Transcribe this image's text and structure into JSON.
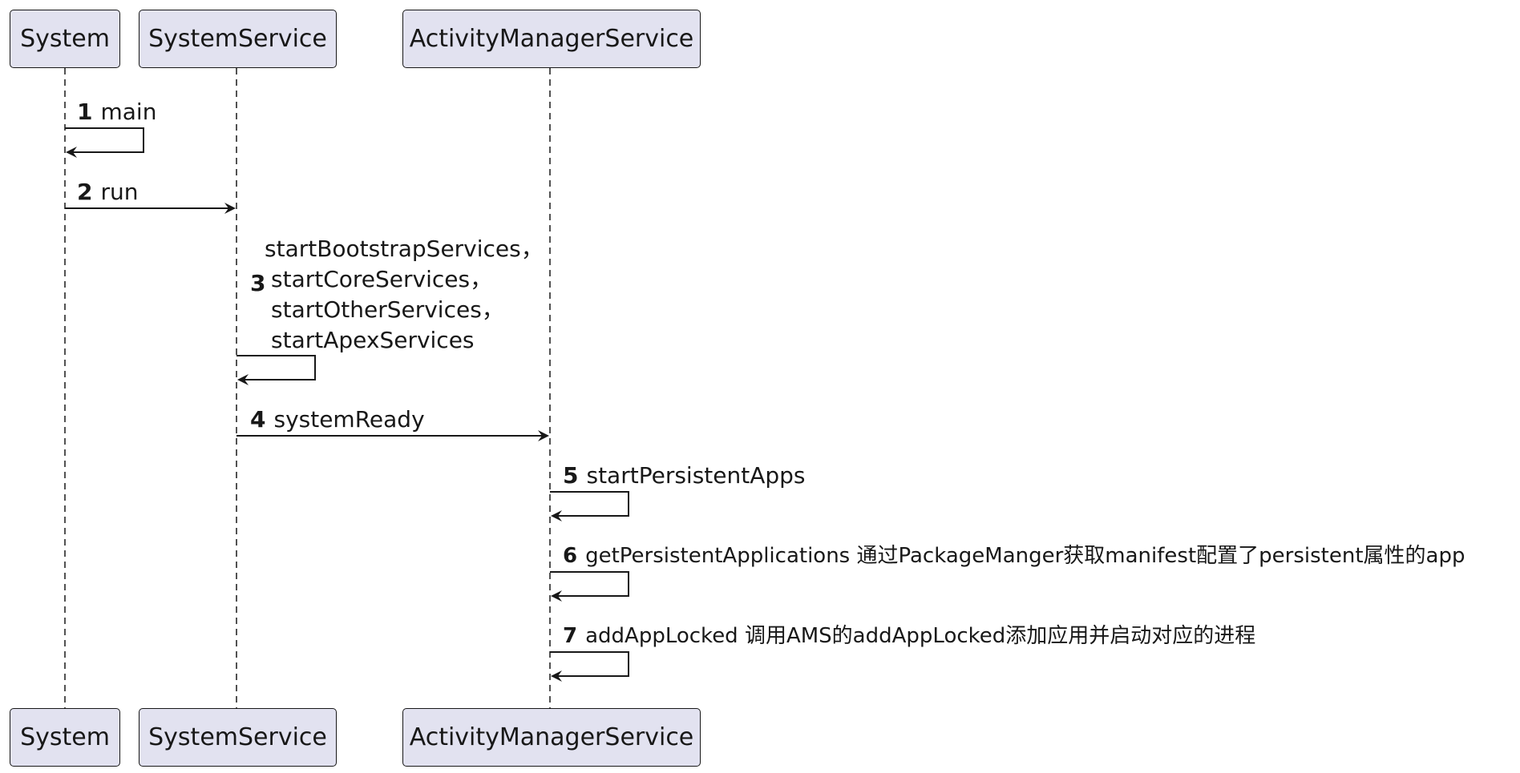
{
  "participants": [
    {
      "id": "system",
      "name": "System"
    },
    {
      "id": "systemservice",
      "name": "SystemService"
    },
    {
      "id": "ams",
      "name": "ActivityManagerService"
    }
  ],
  "messages": [
    {
      "num": "1",
      "text": "main"
    },
    {
      "num": "2",
      "text": "run"
    },
    {
      "num": "3",
      "lines": [
        "startBootstrapServices，",
        "startCoreServices，",
        "startOtherServices，",
        "startApexServices"
      ]
    },
    {
      "num": "4",
      "text": "systemReady"
    },
    {
      "num": "5",
      "text": "startPersistentApps"
    },
    {
      "num": "6",
      "text": "getPersistentApplications 通过PackageManger获取manifest配置了persistent属性的app"
    },
    {
      "num": "7",
      "text": "addAppLocked 调用AMS的addAppLocked添加应用并启动对应的进程"
    }
  ]
}
